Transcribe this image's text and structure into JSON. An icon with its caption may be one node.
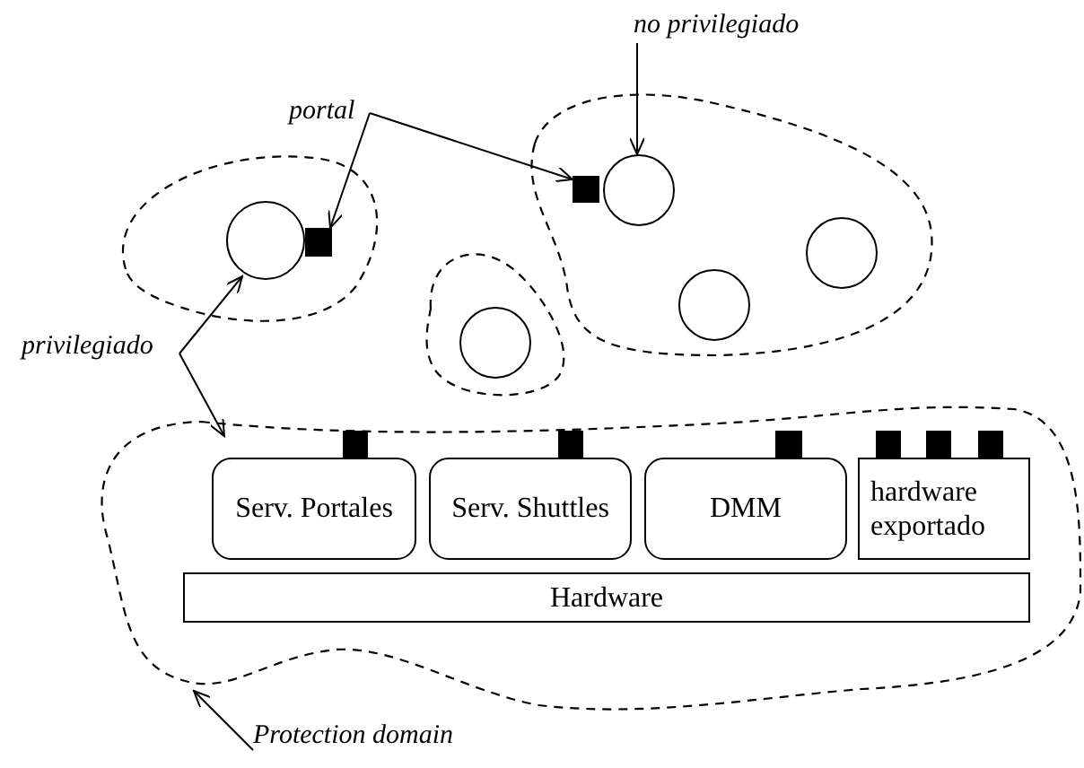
{
  "diagram": {
    "nodes": [
      {
        "text": [
          "portal"
        ]
      },
      {
        "text": [
          "no privilegiado"
        ]
      },
      {
        "text": [
          "privilegiado"
        ]
      },
      {
        "text": [
          "Protection domain"
        ]
      },
      {
        "text": [],
        "shape": "cloud"
      },
      {
        "text": [],
        "shape": "circle",
        "in": 4
      },
      {
        "text": [],
        "shape": "box",
        "in": 4
      },
      {
        "text": [],
        "shape": "cloud"
      },
      {
        "text": [],
        "shape": "circle",
        "in": 7
      },
      {
        "text": [],
        "shape": "cloud"
      },
      {
        "text": [],
        "shape": "box",
        "in": 9
      },
      {
        "text": [],
        "shape": "circle",
        "in": 9
      },
      {
        "text": [],
        "shape": "circle",
        "in": 9
      },
      {
        "text": [],
        "shape": "circle",
        "in": 9
      },
      {
        "text": [],
        "shape": "cloud"
      },
      {
        "text": [],
        "shape": "box",
        "in": 14
      },
      {
        "text": [],
        "shape": "box",
        "in": 14
      },
      {
        "text": [],
        "shape": "box",
        "in": 14
      },
      {
        "text": [],
        "shape": "box",
        "in": 14
      },
      {
        "text": [],
        "shape": "box",
        "in": 14
      },
      {
        "text": [],
        "shape": "box",
        "in": 14
      },
      {
        "text": [
          "Serv. Portales"
        ],
        "in": 14
      },
      {
        "text": [
          "Serv. Shuttles"
        ],
        "in": 14
      },
      {
        "text": [
          "DMM"
        ],
        "in": 14
      },
      {
        "text": [
          "hardware exportado"
        ],
        "in": 14
      },
      {
        "text": [
          "Hardware"
        ],
        "in": 14
      }
    ],
    "edges": [
      {
        "from": 0,
        "to": 6,
        "arrow": "to"
      },
      {
        "from": 0,
        "to": 10,
        "arrow": "to"
      },
      {
        "from": 1,
        "to": 11,
        "arrow": "to"
      },
      {
        "from": 2,
        "to": 5,
        "arrow": "to"
      },
      {
        "from": 2,
        "to": 14,
        "arrow": "to"
      },
      {
        "from": 3,
        "to": 14,
        "arrow": "to"
      }
    ]
  }
}
